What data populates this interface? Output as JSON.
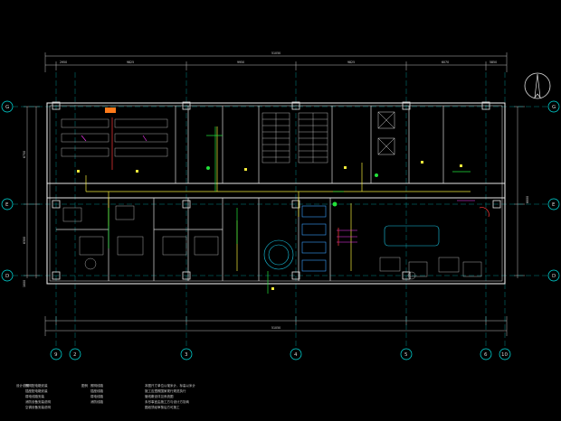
{
  "drawing": {
    "top_dimensions": [
      "2950",
      "9825",
      "9950",
      "9825",
      "6070",
      "5850"
    ],
    "top_total": "51050",
    "bottom_total": "51050",
    "left_dimensions": [
      "6750",
      "6300",
      "1800"
    ],
    "right_dimensions": [
      "6800"
    ],
    "row_axes": [
      "G",
      "E",
      "D"
    ],
    "column_axes": [
      "9",
      "2",
      "3",
      "4",
      "5",
      "6",
      "10"
    ],
    "north_symbol": "north-arrow"
  },
  "colors": {
    "background": "#000000",
    "wall": "#e6e6e6",
    "dimension": "#bdbdbd",
    "axis": "#00e5e5",
    "pipe_yellow": "#f2ea3a",
    "pipe_green": "#22e03a",
    "pipe_magenta": "#ff3cff",
    "pipe_red": "#ff3a3a",
    "fixture_cyan": "#19c8e6"
  },
  "notes": {
    "col1_title": "设计说明",
    "col1_items": [
      "照明配电箱安装",
      "插座配电箱安装",
      "弱电线路安装",
      "消防设备安装说明",
      "空调设备安装说明"
    ],
    "col2_title": "图例",
    "col2_items": [
      "照明线路",
      "插座线路",
      "弱电线路",
      "消防线路"
    ],
    "col3_items": [
      "本图尺寸单位以毫米计，标高以米计",
      "施工应遵照国家现行规范执行",
      "管线敷设详见系统图",
      "未尽事宜由施工方与设计方协商",
      "图纸须经审核后方可施工"
    ]
  }
}
